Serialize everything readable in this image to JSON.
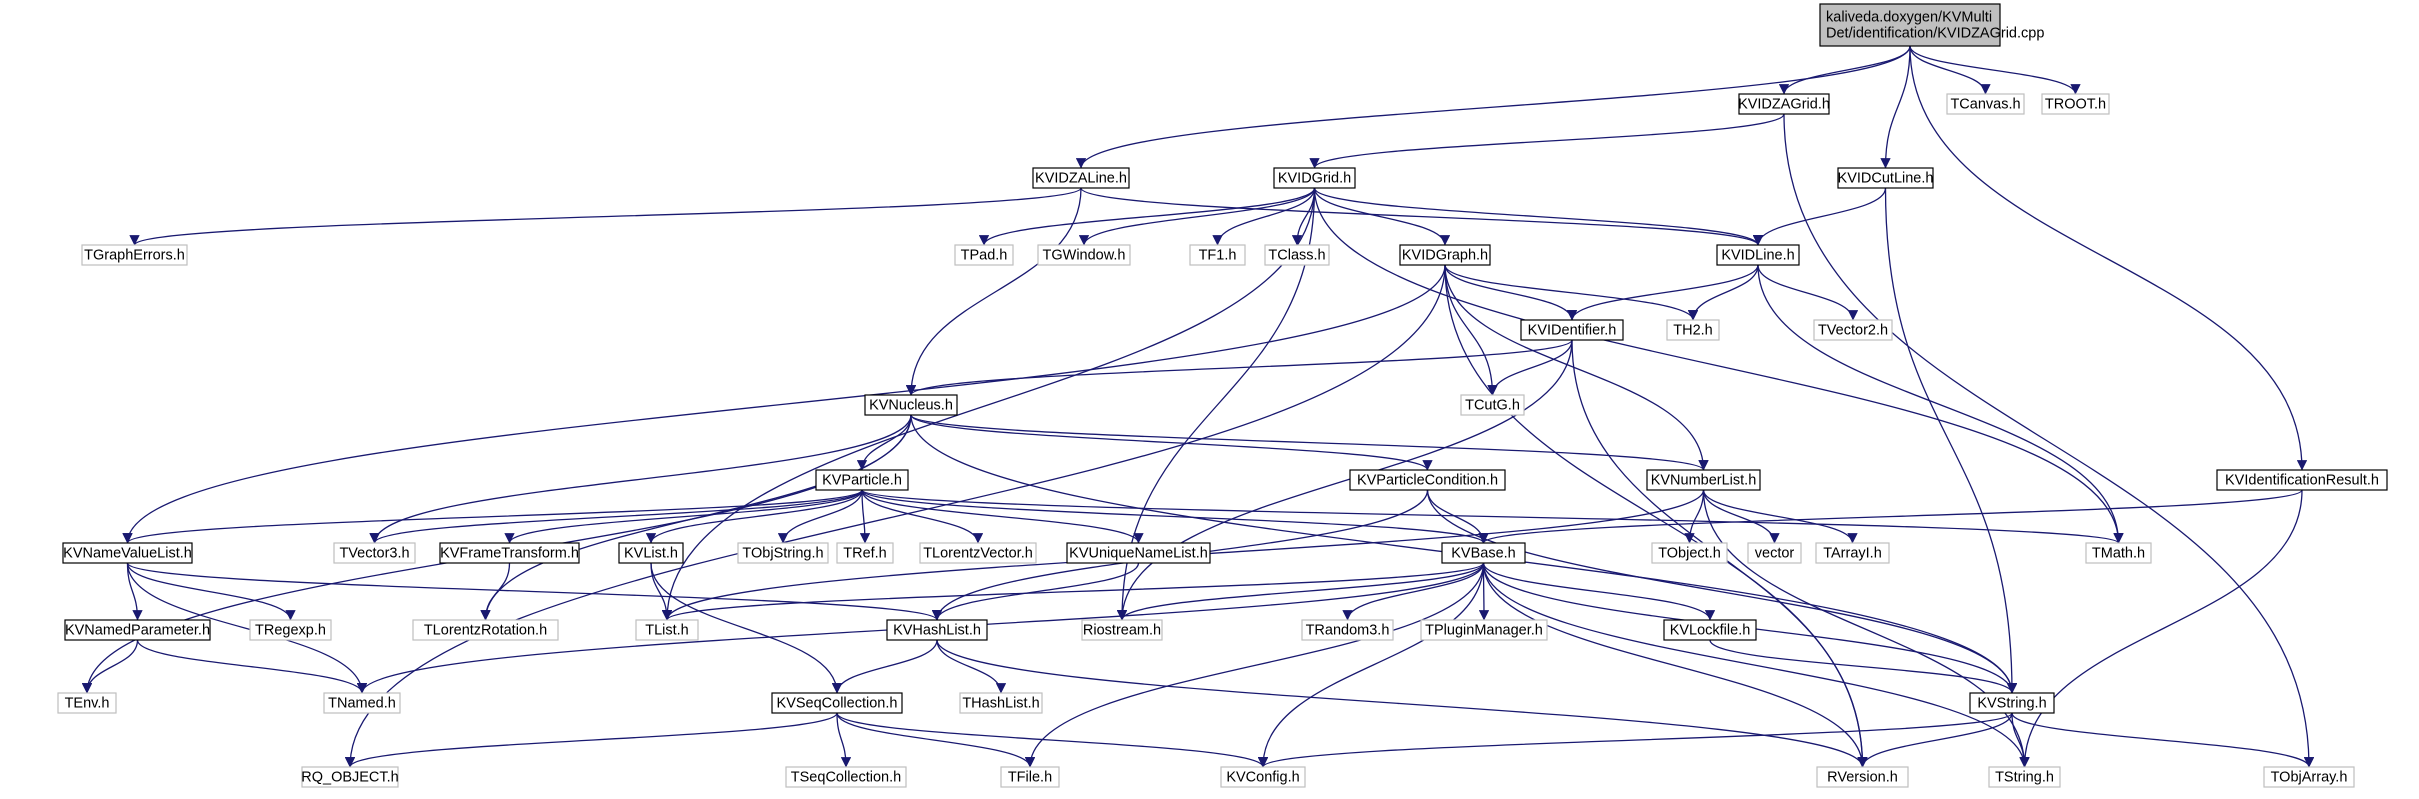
{
  "colors": {
    "edge": "#191970",
    "root_fill": "#bfbfbf",
    "ext_border": "#bfbfbf",
    "doc_border": "#000000"
  },
  "nodes": [
    {
      "id": "root",
      "lines": [
        "kaliveda.doxygen/KVMulti",
        "Det/identification/KVIDZAGrid.cpp"
      ],
      "kind": "root"
    },
    {
      "id": "KVIDZAGrid_h",
      "lines": [
        "KVIDZAGrid.h"
      ],
      "kind": "doc"
    },
    {
      "id": "TCanvas_h",
      "lines": [
        "TCanvas.h"
      ],
      "kind": "ext"
    },
    {
      "id": "TROOT_h",
      "lines": [
        "TROOT.h"
      ],
      "kind": "ext"
    },
    {
      "id": "KVIDZALine_h",
      "lines": [
        "KVIDZALine.h"
      ],
      "kind": "doc"
    },
    {
      "id": "KVIDGrid_h",
      "lines": [
        "KVIDGrid.h"
      ],
      "kind": "doc"
    },
    {
      "id": "KVIDCutLine_h",
      "lines": [
        "KVIDCutLine.h"
      ],
      "kind": "doc"
    },
    {
      "id": "TGraphErrors_h",
      "lines": [
        "TGraphErrors.h"
      ],
      "kind": "ext"
    },
    {
      "id": "TPad_h",
      "lines": [
        "TPad.h"
      ],
      "kind": "ext"
    },
    {
      "id": "TGWindow_h",
      "lines": [
        "TGWindow.h"
      ],
      "kind": "ext"
    },
    {
      "id": "TF1_h",
      "lines": [
        "TF1.h"
      ],
      "kind": "ext"
    },
    {
      "id": "TClass_h",
      "lines": [
        "TClass.h"
      ],
      "kind": "ext"
    },
    {
      "id": "KVIDGraph_h",
      "lines": [
        "KVIDGraph.h"
      ],
      "kind": "doc"
    },
    {
      "id": "KVIDLine_h",
      "lines": [
        "KVIDLine.h"
      ],
      "kind": "doc"
    },
    {
      "id": "TH2_h",
      "lines": [
        "TH2.h"
      ],
      "kind": "ext"
    },
    {
      "id": "TVector2_h",
      "lines": [
        "TVector2.h"
      ],
      "kind": "ext"
    },
    {
      "id": "KVIDentifier_h",
      "lines": [
        "KVIDentifier.h"
      ],
      "kind": "doc"
    },
    {
      "id": "TCutG_h",
      "lines": [
        "TCutG.h"
      ],
      "kind": "ext"
    },
    {
      "id": "KVNucleus_h",
      "lines": [
        "KVNucleus.h"
      ],
      "kind": "doc"
    },
    {
      "id": "KVParticle_h",
      "lines": [
        "KVParticle.h"
      ],
      "kind": "doc"
    },
    {
      "id": "KVParticleCondition_h",
      "lines": [
        "KVParticleCondition.h"
      ],
      "kind": "doc"
    },
    {
      "id": "KVNumberList_h",
      "lines": [
        "KVNumberList.h"
      ],
      "kind": "doc"
    },
    {
      "id": "KVIdentificationResult_h",
      "lines": [
        "KVIdentificationResult.h"
      ],
      "kind": "doc"
    },
    {
      "id": "KVNameValueList_h",
      "lines": [
        "KVNameValueList.h"
      ],
      "kind": "doc"
    },
    {
      "id": "TVector3_h",
      "lines": [
        "TVector3.h"
      ],
      "kind": "ext"
    },
    {
      "id": "KVFrameTransform_h",
      "lines": [
        "KVFrameTransform.h"
      ],
      "kind": "doc"
    },
    {
      "id": "KVList_h",
      "lines": [
        "KVList.h"
      ],
      "kind": "doc"
    },
    {
      "id": "TObjString_h",
      "lines": [
        "TObjString.h"
      ],
      "kind": "ext"
    },
    {
      "id": "TRef_h",
      "lines": [
        "TRef.h"
      ],
      "kind": "ext"
    },
    {
      "id": "TLorentzVector_h",
      "lines": [
        "TLorentzVector.h"
      ],
      "kind": "ext"
    },
    {
      "id": "KVUniqueNameList_h",
      "lines": [
        "KVUniqueNameList.h"
      ],
      "kind": "doc"
    },
    {
      "id": "KVBase_h",
      "lines": [
        "KVBase.h"
      ],
      "kind": "doc"
    },
    {
      "id": "TObject_h",
      "lines": [
        "TObject.h"
      ],
      "kind": "ext"
    },
    {
      "id": "vector",
      "lines": [
        "vector"
      ],
      "kind": "ext"
    },
    {
      "id": "TArrayI_h",
      "lines": [
        "TArrayI.h"
      ],
      "kind": "ext"
    },
    {
      "id": "TMath_h",
      "lines": [
        "TMath.h"
      ],
      "kind": "ext"
    },
    {
      "id": "KVNamedParameter_h",
      "lines": [
        "KVNamedParameter.h"
      ],
      "kind": "doc"
    },
    {
      "id": "TRegexp_h",
      "lines": [
        "TRegexp.h"
      ],
      "kind": "ext"
    },
    {
      "id": "TLorentzRotation_h",
      "lines": [
        "TLorentzRotation.h"
      ],
      "kind": "ext"
    },
    {
      "id": "TList_h",
      "lines": [
        "TList.h"
      ],
      "kind": "ext"
    },
    {
      "id": "KVHashList_h",
      "lines": [
        "KVHashList.h"
      ],
      "kind": "doc"
    },
    {
      "id": "Riostream_h",
      "lines": [
        "Riostream.h"
      ],
      "kind": "ext"
    },
    {
      "id": "TRandom3_h",
      "lines": [
        "TRandom3.h"
      ],
      "kind": "ext"
    },
    {
      "id": "TPluginManager_h",
      "lines": [
        "TPluginManager.h"
      ],
      "kind": "ext"
    },
    {
      "id": "KVLockfile_h",
      "lines": [
        "KVLockfile.h"
      ],
      "kind": "doc"
    },
    {
      "id": "TEnv_h",
      "lines": [
        "TEnv.h"
      ],
      "kind": "ext"
    },
    {
      "id": "TNamed_h",
      "lines": [
        "TNamed.h"
      ],
      "kind": "ext"
    },
    {
      "id": "KVSeqCollection_h",
      "lines": [
        "KVSeqCollection.h"
      ],
      "kind": "doc"
    },
    {
      "id": "THashList_h",
      "lines": [
        "THashList.h"
      ],
      "kind": "ext"
    },
    {
      "id": "KVString_h",
      "lines": [
        "KVString.h"
      ],
      "kind": "doc"
    },
    {
      "id": "RQ_OBJECT_h",
      "lines": [
        "RQ_OBJECT.h"
      ],
      "kind": "ext"
    },
    {
      "id": "TSeqCollection_h",
      "lines": [
        "TSeqCollection.h"
      ],
      "kind": "ext"
    },
    {
      "id": "TFile_h",
      "lines": [
        "TFile.h"
      ],
      "kind": "ext"
    },
    {
      "id": "KVConfig_h",
      "lines": [
        "KVConfig.h"
      ],
      "kind": "ext"
    },
    {
      "id": "RVersion_h",
      "lines": [
        "RVersion.h"
      ],
      "kind": "ext"
    },
    {
      "id": "TString_h",
      "lines": [
        "TString.h"
      ],
      "kind": "ext"
    },
    {
      "id": "TObjArray_h",
      "lines": [
        "TObjArray.h"
      ],
      "kind": "ext"
    }
  ],
  "edges": [
    [
      "root",
      "KVIDZAGrid_h"
    ],
    [
      "root",
      "TCanvas_h"
    ],
    [
      "root",
      "TROOT_h"
    ],
    [
      "root",
      "KVIDZALine_h"
    ],
    [
      "root",
      "KVIDCutLine_h"
    ],
    [
      "root",
      "KVIdentificationResult_h"
    ],
    [
      "KVIDZAGrid_h",
      "KVIDGrid_h"
    ],
    [
      "KVIDZAGrid_h",
      "TObjArray_h"
    ],
    [
      "KVIDZALine_h",
      "TGraphErrors_h"
    ],
    [
      "KVIDZALine_h",
      "KVNucleus_h"
    ],
    [
      "KVIDZALine_h",
      "KVIDLine_h"
    ],
    [
      "KVIDGrid_h",
      "TPad_h"
    ],
    [
      "KVIDGrid_h",
      "TGWindow_h"
    ],
    [
      "KVIDGrid_h",
      "TF1_h"
    ],
    [
      "KVIDGrid_h",
      "TClass_h"
    ],
    [
      "KVIDGrid_h",
      "KVIDGraph_h"
    ],
    [
      "KVIDGrid_h",
      "KVIDLine_h"
    ],
    [
      "KVIDGrid_h",
      "TMath_h"
    ],
    [
      "KVIDGrid_h",
      "Riostream_h"
    ],
    [
      "KVIDGrid_h",
      "TList_h"
    ],
    [
      "KVIDCutLine_h",
      "KVIDLine_h"
    ],
    [
      "KVIDCutLine_h",
      "KVString_h"
    ],
    [
      "KVIDLine_h",
      "TH2_h"
    ],
    [
      "KVIDLine_h",
      "TVector2_h"
    ],
    [
      "KVIDLine_h",
      "KVIDentifier_h"
    ],
    [
      "KVIDLine_h",
      "TMath_h"
    ],
    [
      "KVIDGraph_h",
      "KVIDentifier_h"
    ],
    [
      "KVIDGraph_h",
      "TH2_h"
    ],
    [
      "KVIDGraph_h",
      "TCutG_h"
    ],
    [
      "KVIDGraph_h",
      "KVNumberList_h"
    ],
    [
      "KVIDGraph_h",
      "KVNameValueList_h"
    ],
    [
      "KVIDGraph_h",
      "RQ_OBJECT_h"
    ],
    [
      "KVIDGraph_h",
      "RVersion_h"
    ],
    [
      "KVIDentifier_h",
      "KVNucleus_h"
    ],
    [
      "KVIDentifier_h",
      "TCutG_h"
    ],
    [
      "KVIDentifier_h",
      "Riostream_h"
    ],
    [
      "KVIDentifier_h",
      "RVersion_h"
    ],
    [
      "KVNucleus_h",
      "KVParticle_h"
    ],
    [
      "KVNucleus_h",
      "KVParticleCondition_h"
    ],
    [
      "KVNucleus_h",
      "KVNumberList_h"
    ],
    [
      "KVNucleus_h",
      "TVector3_h"
    ],
    [
      "KVNucleus_h",
      "TEnv_h"
    ],
    [
      "KVNucleus_h",
      "TLorentzRotation_h"
    ],
    [
      "KVNucleus_h",
      "KVString_h"
    ],
    [
      "KVParticle_h",
      "KVNameValueList_h"
    ],
    [
      "KVParticle_h",
      "TVector3_h"
    ],
    [
      "KVParticle_h",
      "KVFrameTransform_h"
    ],
    [
      "KVParticle_h",
      "KVList_h"
    ],
    [
      "KVParticle_h",
      "TObjString_h"
    ],
    [
      "KVParticle_h",
      "TRef_h"
    ],
    [
      "KVParticle_h",
      "TLorentzVector_h"
    ],
    [
      "KVParticle_h",
      "KVUniqueNameList_h"
    ],
    [
      "KVParticle_h",
      "KVBase_h"
    ],
    [
      "KVParticle_h",
      "TMath_h"
    ],
    [
      "KVParticleCondition_h",
      "KVBase_h"
    ],
    [
      "KVParticleCondition_h",
      "KVHashList_h"
    ],
    [
      "KVParticleCondition_h",
      "KVString_h"
    ],
    [
      "KVNumberList_h",
      "TObject_h"
    ],
    [
      "KVNumberList_h",
      "vector"
    ],
    [
      "KVNumberList_h",
      "TArrayI_h"
    ],
    [
      "KVNumberList_h",
      "TList_h"
    ],
    [
      "KVNumberList_h",
      "TString_h"
    ],
    [
      "KVIdentificationResult_h",
      "KVBase_h"
    ],
    [
      "KVIdentificationResult_h",
      "TString_h"
    ],
    [
      "KVNameValueList_h",
      "KVNamedParameter_h"
    ],
    [
      "KVNameValueList_h",
      "TRegexp_h"
    ],
    [
      "KVNameValueList_h",
      "TNamed_h"
    ],
    [
      "KVNameValueList_h",
      "KVHashList_h"
    ],
    [
      "KVNamedParameter_h",
      "TEnv_h"
    ],
    [
      "KVNamedParameter_h",
      "TNamed_h"
    ],
    [
      "KVFrameTransform_h",
      "TLorentzRotation_h"
    ],
    [
      "KVList_h",
      "TList_h"
    ],
    [
      "KVList_h",
      "KVSeqCollection_h"
    ],
    [
      "KVUniqueNameList_h",
      "KVHashList_h"
    ],
    [
      "KVBase_h",
      "TList_h"
    ],
    [
      "KVBase_h",
      "Riostream_h"
    ],
    [
      "KVBase_h",
      "TRandom3_h"
    ],
    [
      "KVBase_h",
      "TPluginManager_h"
    ],
    [
      "KVBase_h",
      "KVLockfile_h"
    ],
    [
      "KVBase_h",
      "TNamed_h"
    ],
    [
      "KVBase_h",
      "TFile_h"
    ],
    [
      "KVBase_h",
      "KVConfig_h"
    ],
    [
      "KVBase_h",
      "RVersion_h"
    ],
    [
      "KVBase_h",
      "TString_h"
    ],
    [
      "KVBase_h",
      "KVString_h"
    ],
    [
      "KVHashList_h",
      "KVSeqCollection_h"
    ],
    [
      "KVHashList_h",
      "THashList_h"
    ],
    [
      "KVHashList_h",
      "RVersion_h"
    ],
    [
      "KVLockfile_h",
      "KVString_h"
    ],
    [
      "KVSeqCollection_h",
      "RQ_OBJECT_h"
    ],
    [
      "KVSeqCollection_h",
      "TSeqCollection_h"
    ],
    [
      "KVSeqCollection_h",
      "TFile_h"
    ],
    [
      "KVSeqCollection_h",
      "KVConfig_h"
    ],
    [
      "KVString_h",
      "KVConfig_h"
    ],
    [
      "KVString_h",
      "RVersion_h"
    ],
    [
      "KVString_h",
      "TString_h"
    ],
    [
      "KVString_h",
      "TObjArray_h"
    ]
  ]
}
